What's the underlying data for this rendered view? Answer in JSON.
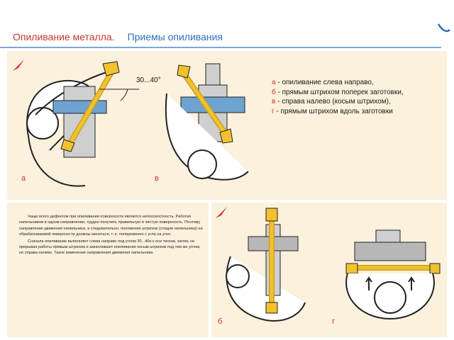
{
  "header": {
    "title": "Опиливание металла.",
    "subtitle": "Приемы опиливания"
  },
  "figure_top": {
    "angle_label": "30...40°",
    "label_a": "а",
    "label_v": "в"
  },
  "legend": {
    "items": [
      {
        "letter": "а",
        "text": " - опиливание слева направо,"
      },
      {
        "letter": "б",
        "text": " - прямым штрихом поперек заготовки,"
      },
      {
        "letter": "в",
        "text": " - справа налево (косым штрихом),"
      },
      {
        "letter": "г",
        "text": " - прямым штрихом вдоль заготовки"
      }
    ]
  },
  "text_block": {
    "paragraph_1": "Чаще всего дефектом при опиливании поверхности является неплоскостность. Работая напильником в одном направлении, трудно получить правильную и чистую поверхность. Поэтому направление движения напильника, а следовательно, положение штрихов (следов напильника) на обрабатываемой поверхности должны меняться, т. е. попеременно с угла на угол.",
    "paragraph_2": "Сначала опиливание выполняют слева направо под углом 30...40о к оси тисков, затем, не прерывая работы прямым штрихом и заканчивают опиливание косым штрихом под тем же углом, но справа налево. Такое изменение направления движения напильника."
  },
  "figure_bottom": {
    "label_b": "б",
    "label_g": "г"
  },
  "colors": {
    "panel": "#fbf1dc",
    "title_red": "#c0392b",
    "title_blue": "#2a6fbe",
    "label_red": "#e0282b",
    "hand_yellow": "#f2c12e",
    "vise_blue": "#6fa3cf",
    "vise_gray": "#b7b7b7"
  }
}
